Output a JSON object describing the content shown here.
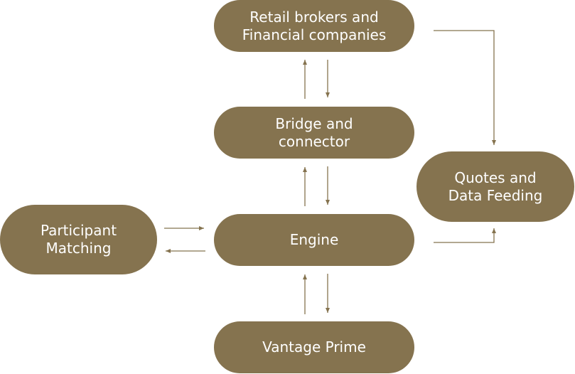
{
  "diagram": {
    "nodes": {
      "retail": "Retail brokers and\nFinancial companies",
      "bridge": "Bridge and\nconnector",
      "engine": "Engine",
      "vantage": "Vantage Prime",
      "quotes": "Quotes and\nData Feeding",
      "participant": "Participant\nMatching"
    },
    "edges": [
      {
        "from": "bridge",
        "to": "retail"
      },
      {
        "from": "retail",
        "to": "bridge"
      },
      {
        "from": "engine",
        "to": "bridge"
      },
      {
        "from": "bridge",
        "to": "engine"
      },
      {
        "from": "vantage",
        "to": "engine"
      },
      {
        "from": "engine",
        "to": "vantage"
      },
      {
        "from": "participant",
        "to": "engine"
      },
      {
        "from": "engine",
        "to": "participant"
      },
      {
        "from": "retail",
        "to": "quotes"
      },
      {
        "from": "engine",
        "to": "quotes"
      }
    ],
    "colors": {
      "node_fill": "#85734f",
      "node_text": "#ffffff",
      "edge": "#85734f"
    }
  }
}
